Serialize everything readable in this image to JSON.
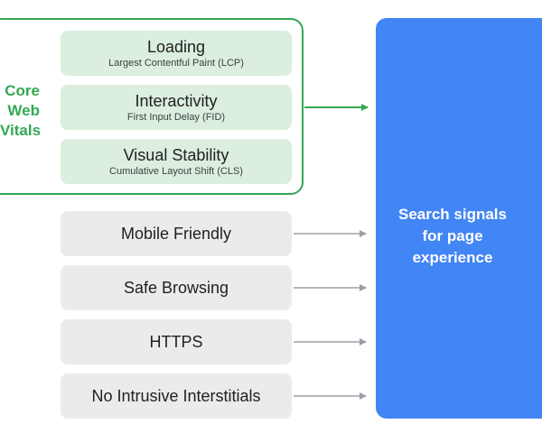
{
  "core_web_vitals": {
    "label_lines": [
      "Core",
      "Web",
      "Vitals"
    ],
    "color": "#34a853",
    "metrics": [
      {
        "title": "Loading",
        "subtitle": "Largest Contentful Paint (LCP)"
      },
      {
        "title": "Interactivity",
        "subtitle": "First Input Delay (FID)"
      },
      {
        "title": "Visual Stability",
        "subtitle": "Cumulative Layout Shift (CLS)"
      }
    ]
  },
  "other_signals": [
    {
      "label": "Mobile Friendly"
    },
    {
      "label": "Safe Browsing"
    },
    {
      "label": "HTTPS"
    },
    {
      "label": "No Intrusive Interstitials"
    }
  ],
  "result": {
    "lines": [
      "Search signals",
      "for page",
      "experience"
    ],
    "color": "#4285f4"
  }
}
